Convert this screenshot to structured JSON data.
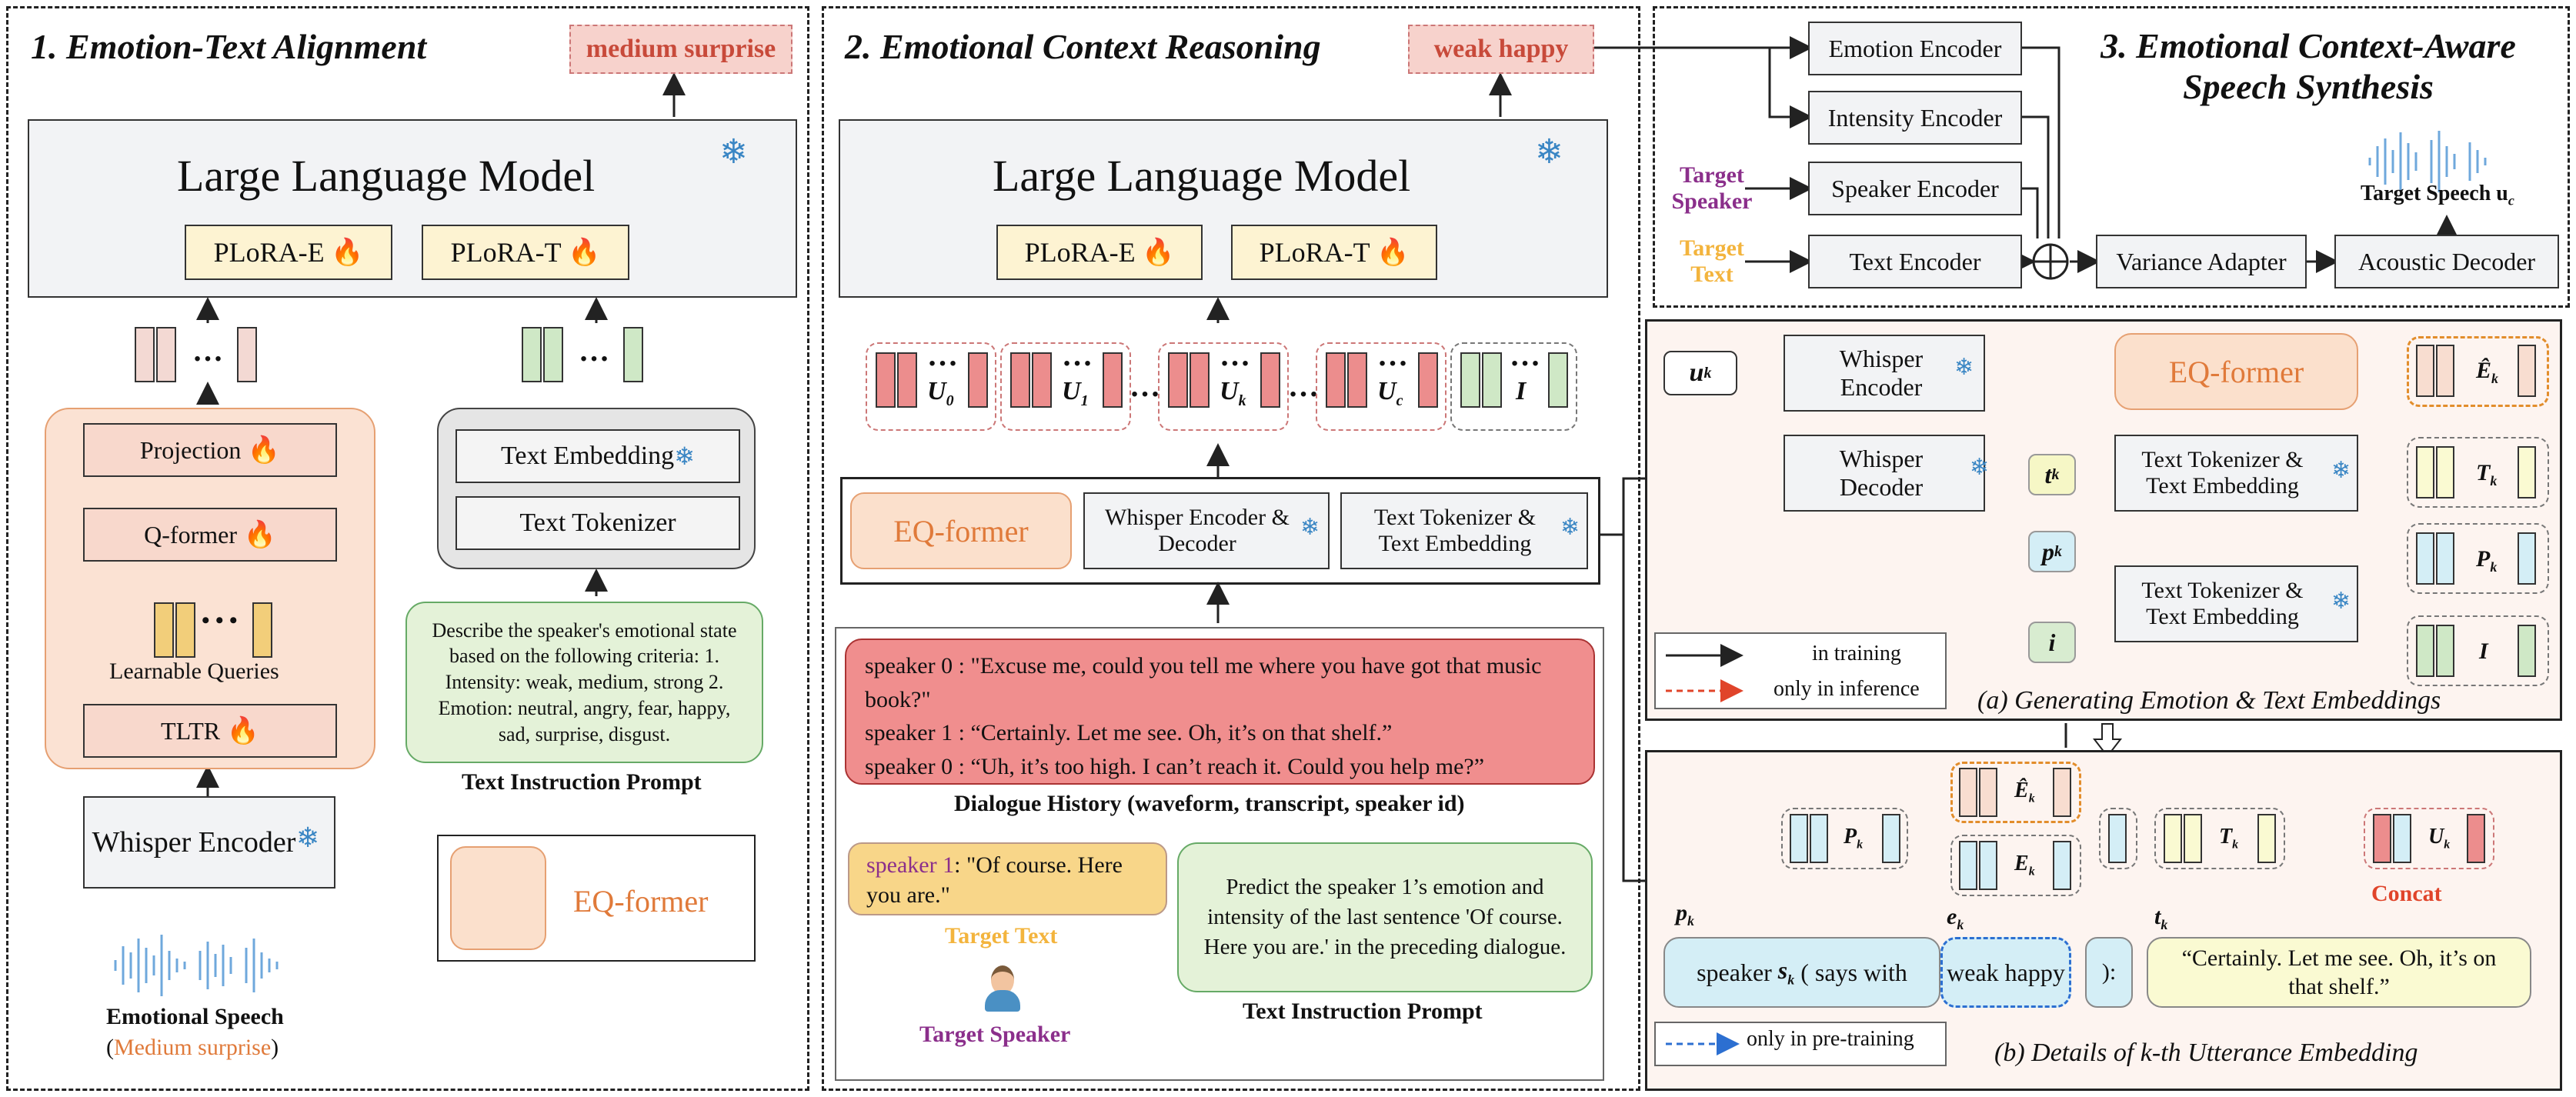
{
  "panel1": {
    "title": "1. Emotion-Text Alignment",
    "output_tag": "medium surprise",
    "llm_title": "Large Language Model",
    "plora_e": "PLoRA-E",
    "plora_t": "PLoRA-T",
    "projection": "Projection",
    "qformer": "Q-former",
    "learnable_queries": "Learnable Queries",
    "tltr": "TLTR",
    "whisper_encoder": "Whisper Encoder",
    "text_embedding": "Text Embedding",
    "text_tokenizer": "Text Tokenizer",
    "instruction": "Describe the speaker's emotional state based on the following criteria: 1. Intensity: weak, medium, strong 2. Emotion: neutral, angry, fear, happy, sad, surprise, disgust.",
    "instruction_caption": "Text Instruction Prompt",
    "emotional_speech": "Emotional Speech",
    "speech_label_open": "(",
    "speech_label": "Medium surprise",
    "speech_label_close": ")",
    "legend_eqformer": "EQ-former",
    "dots": "…",
    "dots_small": "• • •"
  },
  "panel2": {
    "title": "2. Emotional Context Reasoning",
    "output_tag": "weak happy",
    "llm_title": "Large Language Model",
    "plora_e": "PLoRA-E",
    "plora_t": "PLoRA-T",
    "tokens": [
      "U0",
      "U1",
      "Uk",
      "Uc",
      "I"
    ],
    "eqformer": "EQ-former",
    "whisper_encdec": "Whisper Encoder & Decoder",
    "text_tok_emb": "Text Tokenizer & Text Embedding",
    "dialogue": [
      "speaker 0 : \"Excuse me, could you tell me where you have got that music book?\"",
      "speaker 1 : “Certainly. Let me see. Oh, it’s on that shelf.”",
      "speaker 0 : “Uh, it’s too high. I can’t reach it. Could you help me?”"
    ],
    "dialogue_caption": "Dialogue History (waveform, transcript, speaker id)",
    "target_speaker_id": "speaker 1",
    "target_text": ": \"Of course. Here you are.\"",
    "target_text_label": "Target Text",
    "target_speaker_label": "Target Speaker",
    "instruction": "Predict the speaker 1’s emotion and intensity of the last sentence 'Of course. Here you are.' in the preceding dialogue.",
    "instruction_caption": "Text Instruction Prompt",
    "dots": "…"
  },
  "panel3": {
    "title_line1": "3. Emotional Context-Aware",
    "title_line2": "Speech Synthesis",
    "emotion_encoder": "Emotion Encoder",
    "intensity_encoder": "Intensity Encoder",
    "speaker_encoder": "Speaker Encoder",
    "text_encoder": "Text Encoder",
    "variance_adapter": "Variance Adapter",
    "acoustic_decoder": "Acoustic Decoder",
    "target_speaker": "Target Speaker",
    "target_text": "Target Text",
    "target_speech": "Target Speech u",
    "target_speech_sub": "c"
  },
  "panelA": {
    "caption": "(a) Generating Emotion & Text Embeddings",
    "uk": "u",
    "whisper_encoder": "Whisper Encoder",
    "whisper_decoder": "Whisper Decoder",
    "eqformer": "EQ-former",
    "tk": "t",
    "pk": "p",
    "i": "i",
    "tte": "Text Tokenizer & Text Embedding",
    "e_hat": "Ê",
    "t_hat": "T",
    "p_hat": "P",
    "i_hat": "I",
    "legend_train": "in training",
    "legend_infer": "only in inference",
    "sub_k": "k"
  },
  "panelB": {
    "caption": "(b) Details of k-th Utterance Embedding",
    "pk": "p",
    "ek": "e",
    "tk": "t",
    "sub_k": "k",
    "speaker_prefix": "speaker",
    "speaker_s": "s",
    "says_with": "( says with",
    "weak_happy": "weak happy",
    "close": "):",
    "utterance": "“Certainly. Let me see. Oh, it’s on that shelf.”",
    "concat": "Concat",
    "legend_pretrain": "only in pre-training",
    "p_hat": "P",
    "e_hat": "Ê",
    "e_bar": "E",
    "t_hat": "T",
    "u_hat": "U"
  },
  "colors": {
    "pink_token": "#f3d9d3",
    "red_token": "#ec8d8d",
    "green_token": "#cfe8c6",
    "accent_orange": "#e07a3a",
    "accent_purple": "#8b2f8b",
    "accent_yellow": "#f3b43d",
    "concat_red": "#e0442a"
  }
}
